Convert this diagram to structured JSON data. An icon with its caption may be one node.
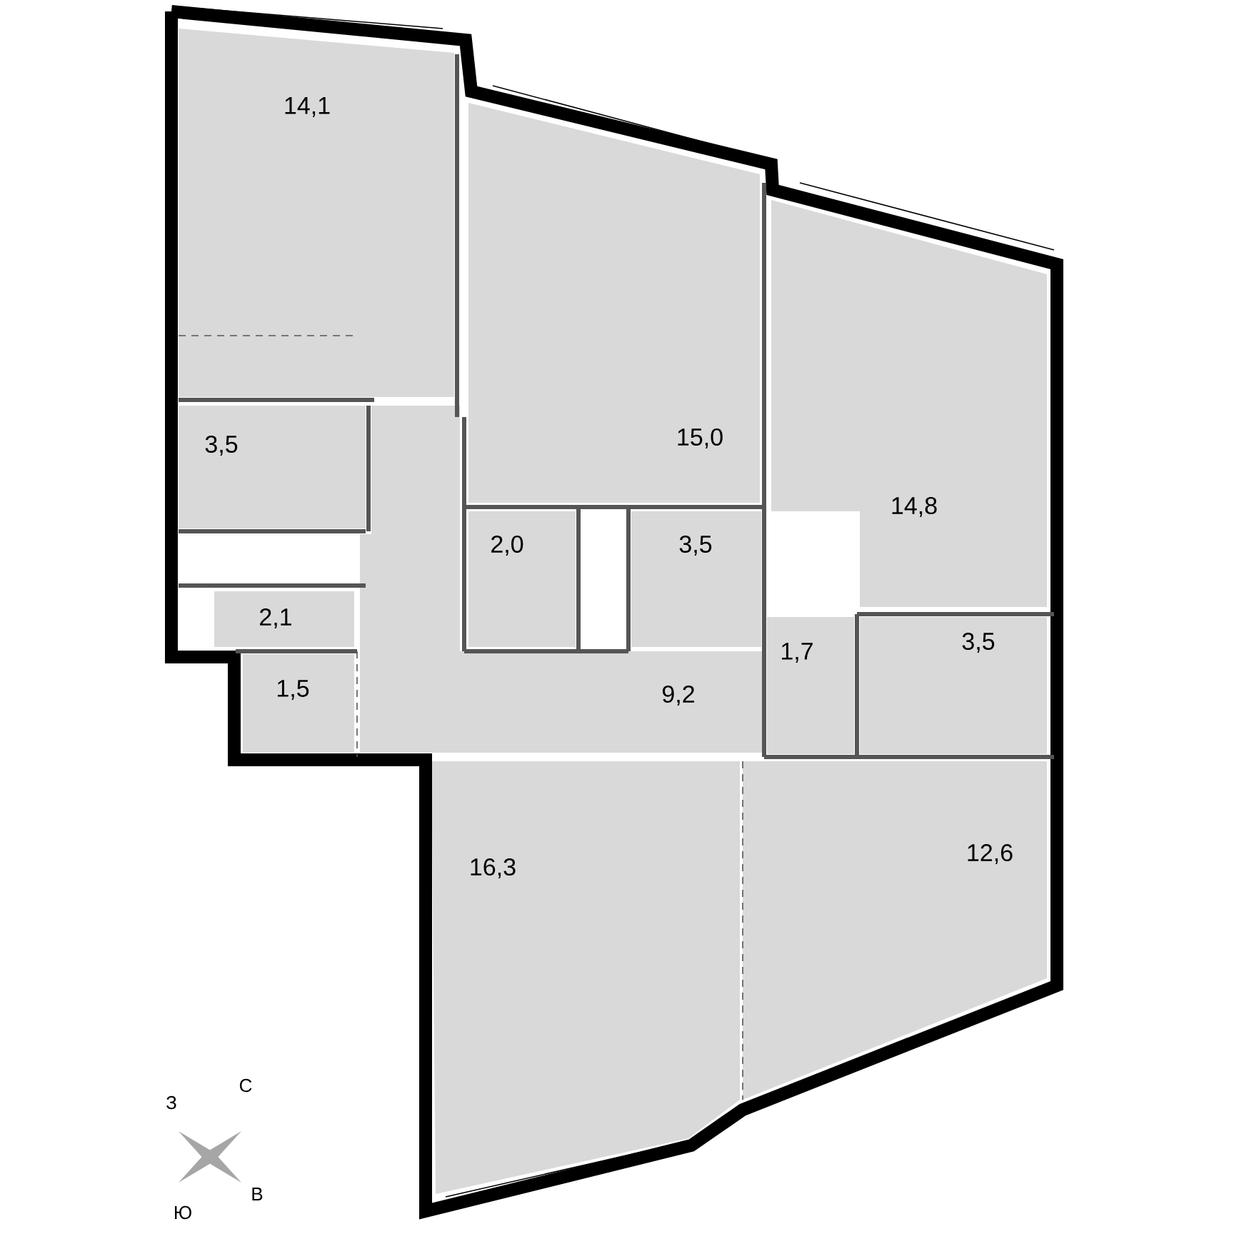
{
  "diagram": {
    "nodes": [
      {
        "text": [
          "14,1"
        ]
      },
      {
        "text": [
          "15,0"
        ]
      },
      {
        "text": [
          "3,5"
        ]
      },
      {
        "text": [
          "14,8"
        ]
      },
      {
        "text": [
          "2,0"
        ]
      },
      {
        "text": [
          "3,5"
        ]
      },
      {
        "text": [
          "2,1"
        ]
      },
      {
        "text": [
          "3,5"
        ]
      },
      {
        "text": [
          "1,7"
        ]
      },
      {
        "text": [
          "1,5"
        ]
      },
      {
        "text": [
          "9,2"
        ]
      },
      {
        "text": [
          "12,6"
        ]
      },
      {
        "text": [
          "16,3"
        ]
      }
    ],
    "labels": [
      "З",
      "С",
      "Ю",
      "В"
    ]
  }
}
